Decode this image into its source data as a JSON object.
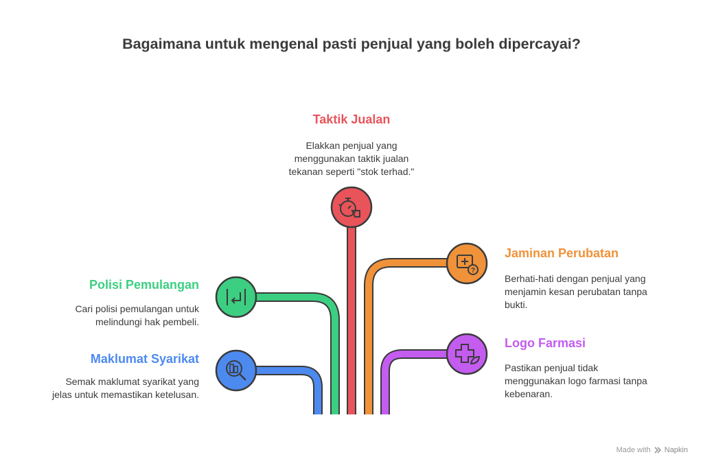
{
  "title": "Bagaimana untuk mengenal pasti penjual yang boleh dipercayai?",
  "colors": {
    "red": "#e8545a",
    "orange": "#f0923a",
    "green": "#3ccf82",
    "purple": "#c45cf0",
    "blue": "#4d8af0",
    "outline": "#3a3a3a"
  },
  "items": {
    "taktik": {
      "title": "Taktik Jualan",
      "desc_lines": [
        "Elakkan penjual yang",
        "menggunakan taktik jualan",
        "tekanan seperti \"stok terhad.\""
      ],
      "icon": "stopwatch-alert-icon"
    },
    "jaminan": {
      "title": "Jaminan Perubatan",
      "desc_lines": [
        "Berhati-hati dengan penjual yang",
        "menjamin kesan perubatan tanpa",
        "bukti."
      ],
      "icon": "medical-question-icon"
    },
    "polisi": {
      "title": "Polisi Pemulangan",
      "desc_lines": [
        "Cari polisi pemulangan untuk",
        "melindungi hak pembeli."
      ],
      "icon": "return-arrow-icon"
    },
    "logo": {
      "title": "Logo Farmasi",
      "desc_lines": [
        "Pastikan penjual tidak",
        "menggunakan logo farmasi tanpa",
        "kebenaran."
      ],
      "icon": "medical-cross-leaf-icon"
    },
    "maklumat": {
      "title": "Maklumat Syarikat",
      "desc_lines": [
        "Semak maklumat syarikat yang",
        "jelas untuk memastikan ketelusan."
      ],
      "icon": "building-search-icon"
    }
  },
  "footer": {
    "made_with": "Made with",
    "brand": "Napkin"
  }
}
